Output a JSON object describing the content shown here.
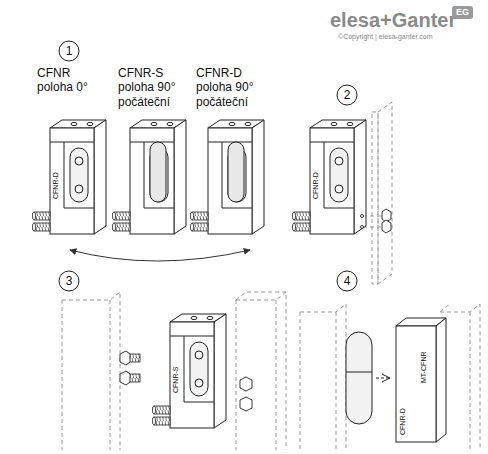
{
  "diagram": {
    "nodes": [
      {
        "text": [
          "1"
        ]
      },
      {
        "text": [
          "2"
        ]
      },
      {
        "text": [
          "3"
        ]
      },
      {
        "text": [
          "4"
        ]
      }
    ],
    "labels": [
      "CFNR poloha 0°",
      "CFNR-S poloha 90° počáteční",
      "CFNR-D poloha 90° počáteční",
      "CFNR-D",
      "CFNR-D",
      "CFNR-S",
      "CFNR-D",
      "MT-CFNR",
      "elesa+Ganter",
      "©Copyright | elesa-ganter.com",
      "EG"
    ]
  }
}
